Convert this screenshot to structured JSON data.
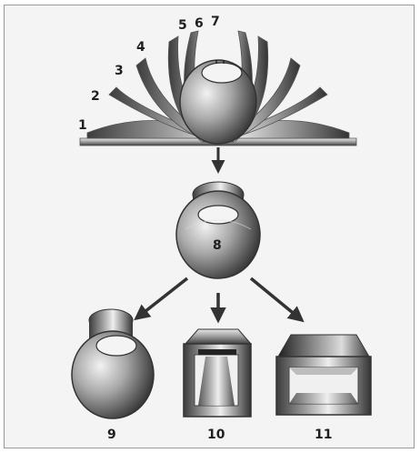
{
  "diagram": {
    "stage_labels": [
      "1",
      "2",
      "3",
      "4",
      "5",
      "6",
      "7"
    ],
    "result_label": "8",
    "product_labels": [
      "9",
      "10",
      "11"
    ]
  },
  "colors": {
    "background": "#f4f4f4",
    "border": "#9a9a9a",
    "arrow": "#333333",
    "label": "#1f1f1f"
  }
}
